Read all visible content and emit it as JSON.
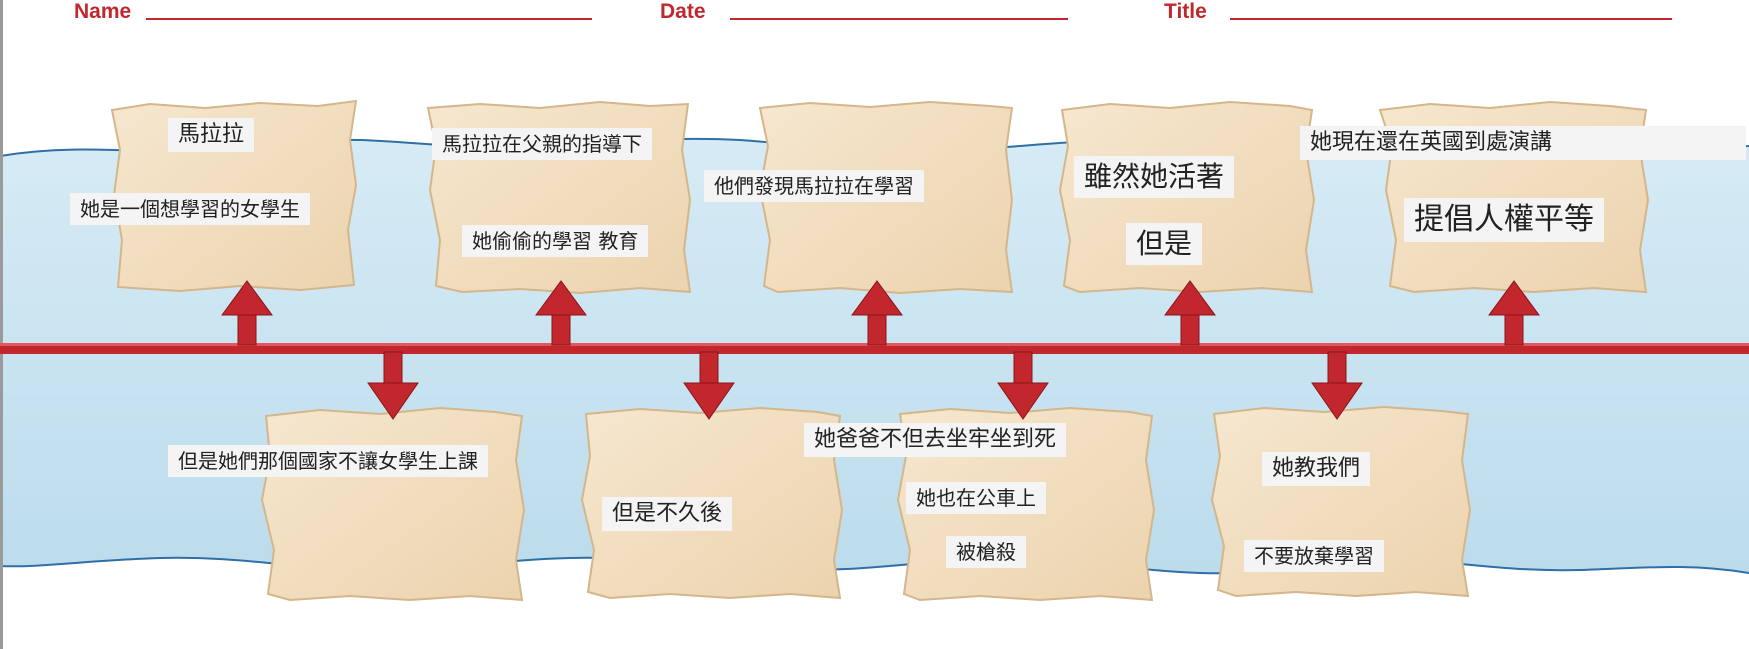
{
  "header": {
    "name_label": "Name",
    "date_label": "Date",
    "title_label": "Title"
  },
  "colors": {
    "accent_red": "#c1272d",
    "water": "#cfe6f2",
    "parchment": "#f2dfc1"
  },
  "timeline": {
    "top_cards": [
      {
        "labels": [
          "馬拉拉",
          "她是一個想學習的女學生"
        ]
      },
      {
        "labels": [
          "馬拉拉在父親的指導下",
          "她偷偷的學習 教育"
        ]
      },
      {
        "labels": [
          "他們發現馬拉拉在學習"
        ]
      },
      {
        "labels": [
          "雖然她活著",
          "但是"
        ]
      },
      {
        "labels": [
          "她現在還在英國到處演講",
          "提倡人權平等"
        ]
      }
    ],
    "bottom_cards": [
      {
        "labels": [
          "但是她們那個國家不讓女學生上課"
        ]
      },
      {
        "labels": [
          "但是不久後"
        ]
      },
      {
        "labels": [
          "她爸爸不但去坐牢坐到死",
          "她也在公車上",
          "被槍殺"
        ]
      },
      {
        "labels": [
          "她教我們",
          "不要放棄學習"
        ]
      }
    ]
  }
}
